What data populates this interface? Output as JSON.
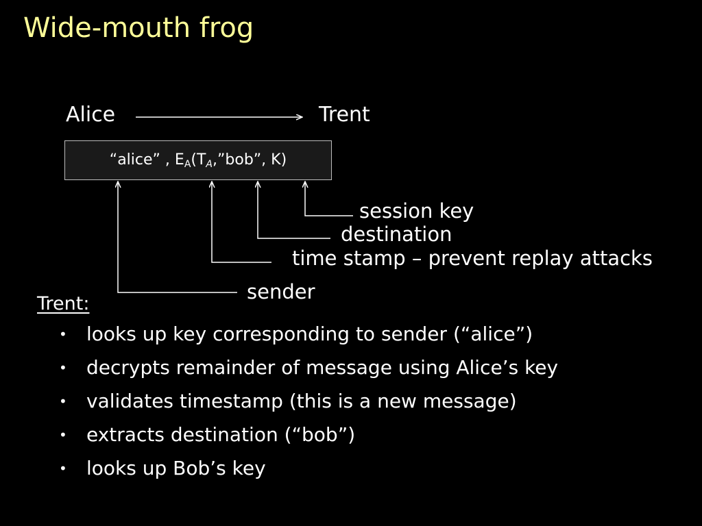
{
  "slide": {
    "title": "Wide-mouth frog",
    "colors": {
      "background": "#000000",
      "title": "#ffff99",
      "text": "#ffffff"
    }
  },
  "diagram": {
    "from": "Alice",
    "to": "Trent",
    "message": {
      "open_quote_name": "“alice” , E",
      "enc_sub": "A",
      "paren_open_T": "(T",
      "time_sub": "A",
      "rest": ",”bob”, K)"
    },
    "labels": {
      "session_key": "session key",
      "destination": "destination",
      "timestamp": "time stamp – prevent replay attacks",
      "sender": "sender"
    }
  },
  "notes": {
    "heading": "Trent:",
    "bullet_glyph": "•",
    "items": [
      "looks up key corresponding to sender (“alice”)",
      "decrypts remainder of message using Alice’s key",
      "validates timestamp (this is a new message)",
      "extracts destination (“bob”)",
      "looks up Bob’s key"
    ]
  }
}
